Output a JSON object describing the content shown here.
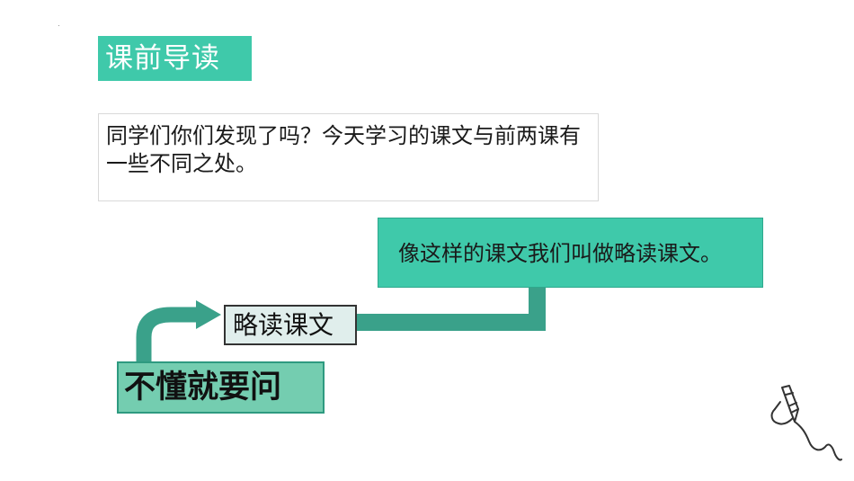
{
  "slide": {
    "title": "课前导读",
    "question": "同学们你们发现了吗？今天学习的课文与前两课有一些不同之处。",
    "answer": "像这样的课文我们叫做略读课文。",
    "tag": "略读课文",
    "keyword": "不懂就要问",
    "decoration_icon": "pen-cable-icon"
  },
  "colors": {
    "accent": "#3fc9aa",
    "connector": "#3aa18a",
    "keyword_bg": "#74cdb0",
    "tag_bg": "#e0eeec"
  }
}
